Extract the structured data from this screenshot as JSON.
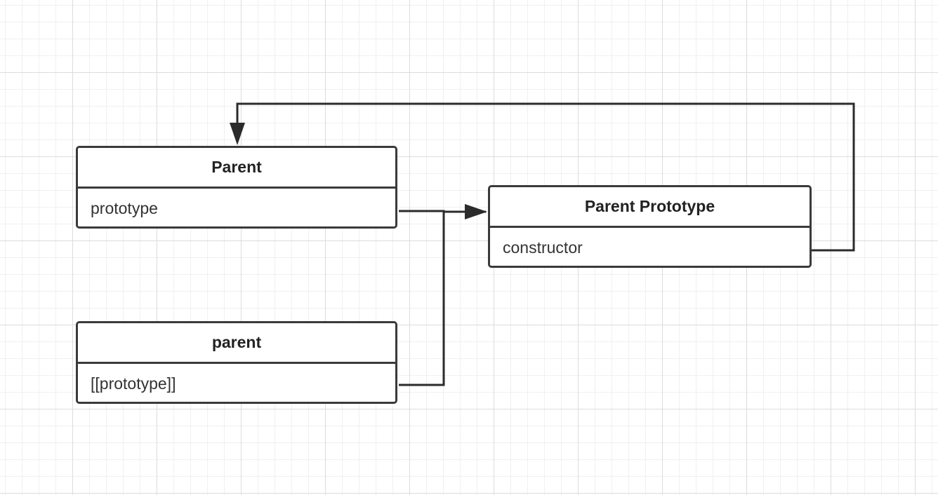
{
  "diagram": {
    "boxes": {
      "parent": {
        "title": "Parent",
        "field": "prototype"
      },
      "parent_prototype": {
        "title": "Parent Prototype",
        "field": "constructor"
      },
      "parent_instance": {
        "title": "parent",
        "field": "[[prototype]]"
      }
    },
    "connections": [
      {
        "from": "Parent.prototype",
        "to": "Parent Prototype",
        "arrow": "filled"
      },
      {
        "from": "parent.[[prototype]]",
        "to": "Parent Prototype",
        "arrow": "filled"
      },
      {
        "from": "Parent Prototype.constructor",
        "to": "Parent",
        "arrow": "filled"
      }
    ],
    "colors": {
      "line": "#2b2b2b",
      "border": "#3a3a3a",
      "grid": "#dcdcdc"
    }
  }
}
